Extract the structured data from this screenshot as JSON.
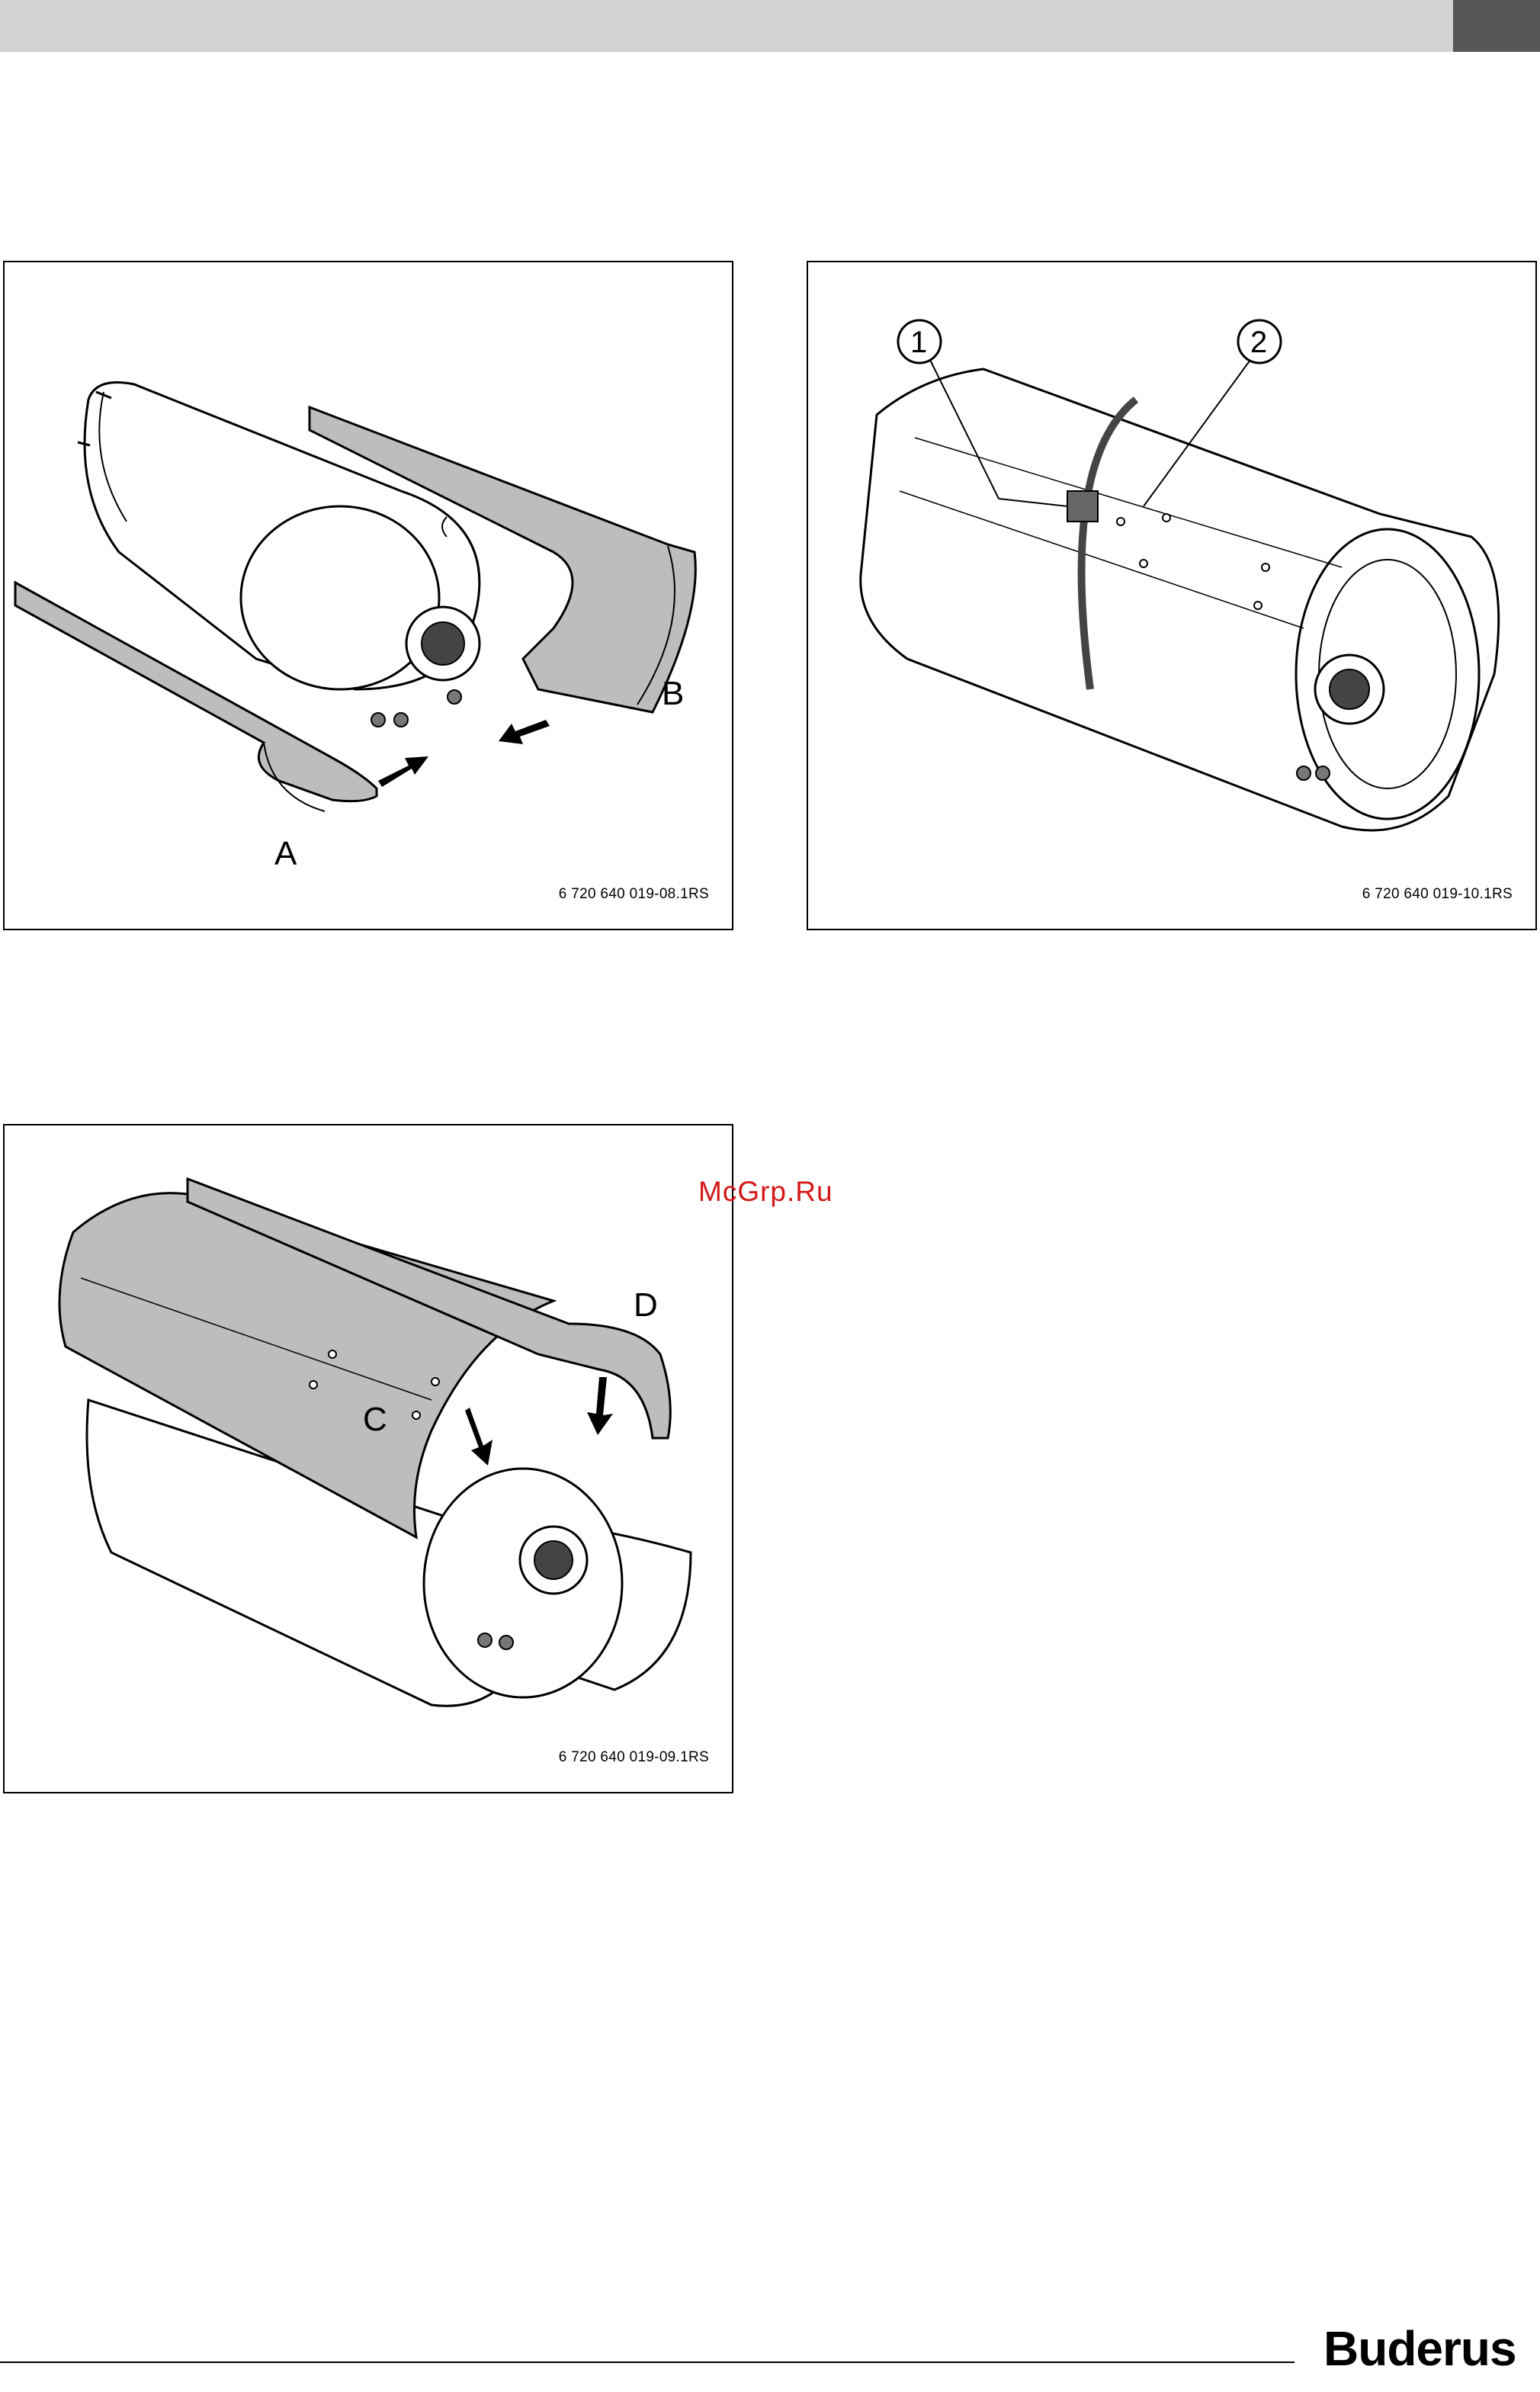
{
  "header": {
    "accent_color": "#d2d2d2",
    "tab_color": "#555555"
  },
  "figures": [
    {
      "code": "6 720 640 019-08.1RS",
      "labels": [
        "A",
        "B"
      ]
    },
    {
      "code": "6 720 640 019-10.1RS",
      "callouts": [
        "1",
        "2"
      ]
    },
    {
      "code": "6 720 640 019-09.1RS",
      "labels": [
        "C",
        "D"
      ]
    }
  ],
  "watermark": "McGrp.Ru",
  "brand": "Buderus"
}
